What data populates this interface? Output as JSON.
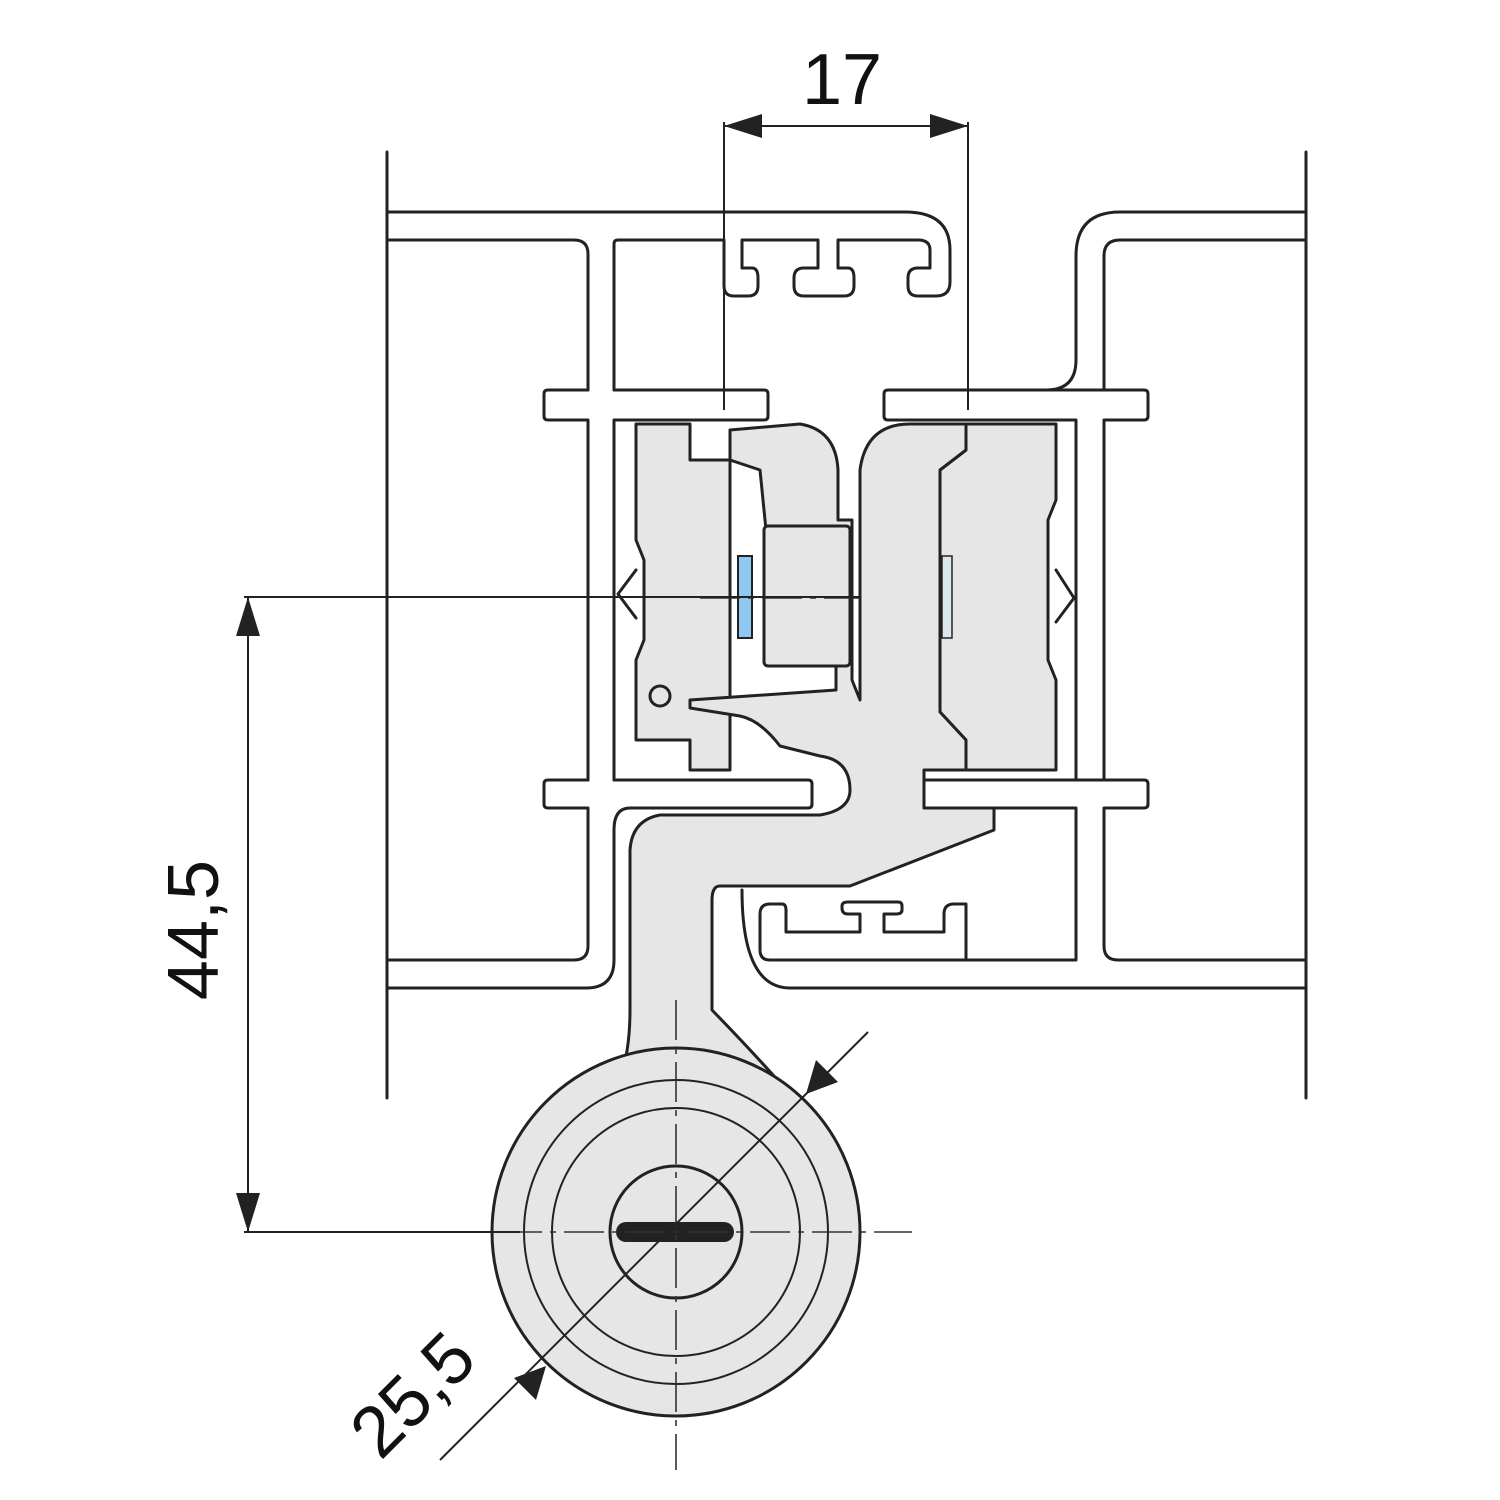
{
  "drawing": {
    "type": "technical-dimension-drawing",
    "dimensions": {
      "width_top": "17",
      "height_left": "44,5",
      "diameter": "25,5"
    },
    "colors": {
      "part_fill": "#e6e6e6",
      "line": "#222222",
      "accent_blue": "#8fc8f0"
    }
  }
}
